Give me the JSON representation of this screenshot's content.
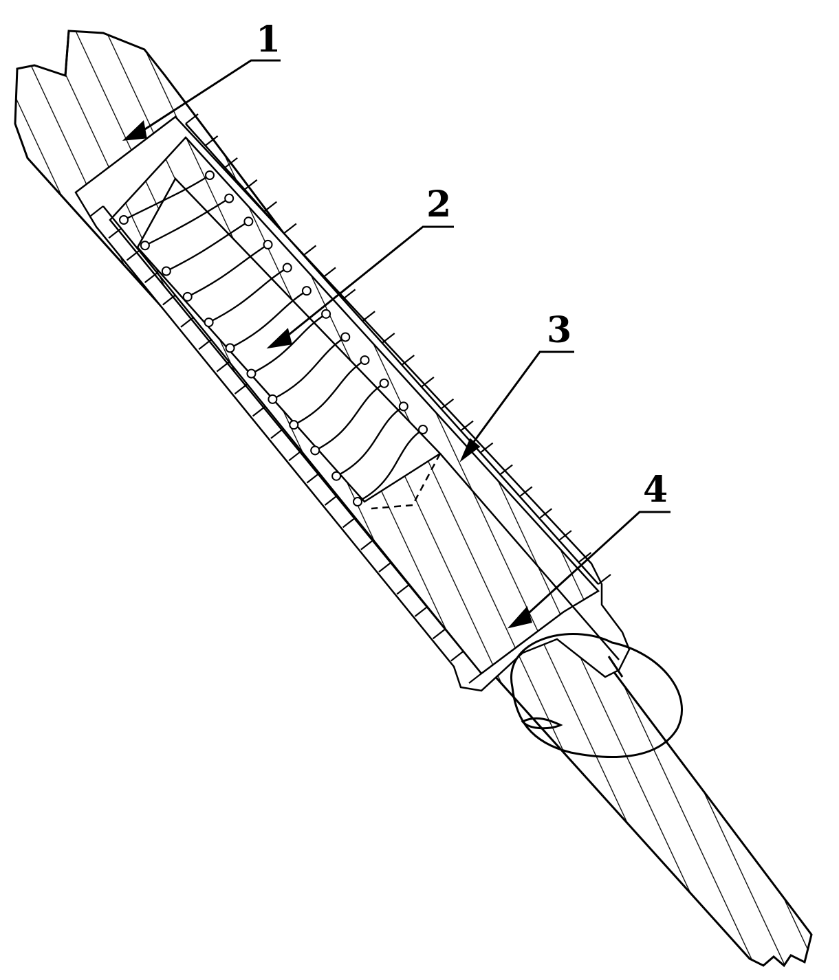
{
  "diagram": {
    "labels": [
      {
        "id": "1",
        "text": "1"
      },
      {
        "id": "2",
        "text": "2"
      },
      {
        "id": "3",
        "text": "3"
      },
      {
        "id": "4",
        "text": "4"
      }
    ],
    "colors": {
      "ink": "#000000",
      "paper": "#ffffff"
    }
  }
}
